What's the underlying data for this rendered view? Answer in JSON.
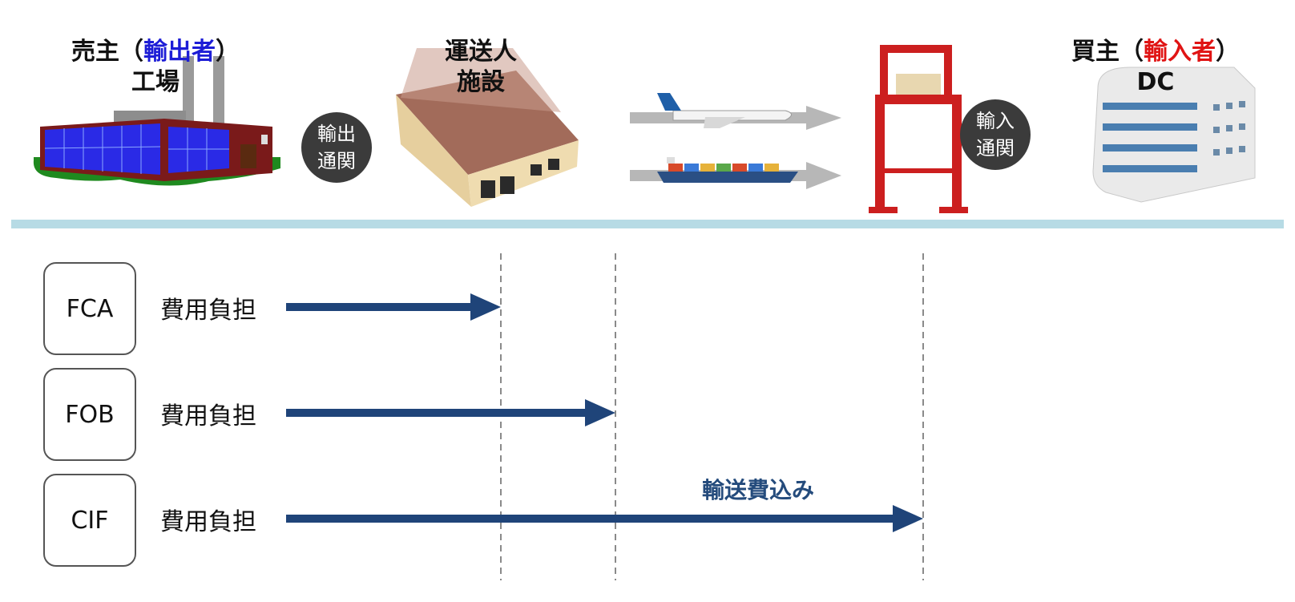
{
  "header": {
    "seller": {
      "prefix": "売主（",
      "highlight": "輸出者",
      "suffix": "）",
      "line2": "工場",
      "highlight_color": "#1d1dd6"
    },
    "carrier": {
      "line1": "運送人",
      "line2": "施設"
    },
    "buyer": {
      "prefix": "買主（",
      "highlight": "輸入者",
      "suffix": "）",
      "line2": "DC",
      "highlight_color": "#e01414"
    }
  },
  "badges": [
    {
      "line1": "輸出",
      "line2": "通関"
    },
    {
      "line1": "輸入",
      "line2": "通関"
    }
  ],
  "icons": [
    "factory-icon",
    "warehouse-icon",
    "airplane-icon",
    "cargo-ship-icon",
    "gantry-crane-icon",
    "distribution-center-icon"
  ],
  "terms": [
    {
      "code": "FCA",
      "label": "費用負担",
      "ends_at_marker": 1
    },
    {
      "code": "FOB",
      "label": "費用負担",
      "ends_at_marker": 2
    },
    {
      "code": "CIF",
      "label": "費用負担",
      "ends_at_marker": 3
    }
  ],
  "annotation": "輸送費込み",
  "colors": {
    "arrow": "#1f4479",
    "divider": "#b7dbe5",
    "badge": "#3b3b3b",
    "crane": "#cc1f1f"
  }
}
